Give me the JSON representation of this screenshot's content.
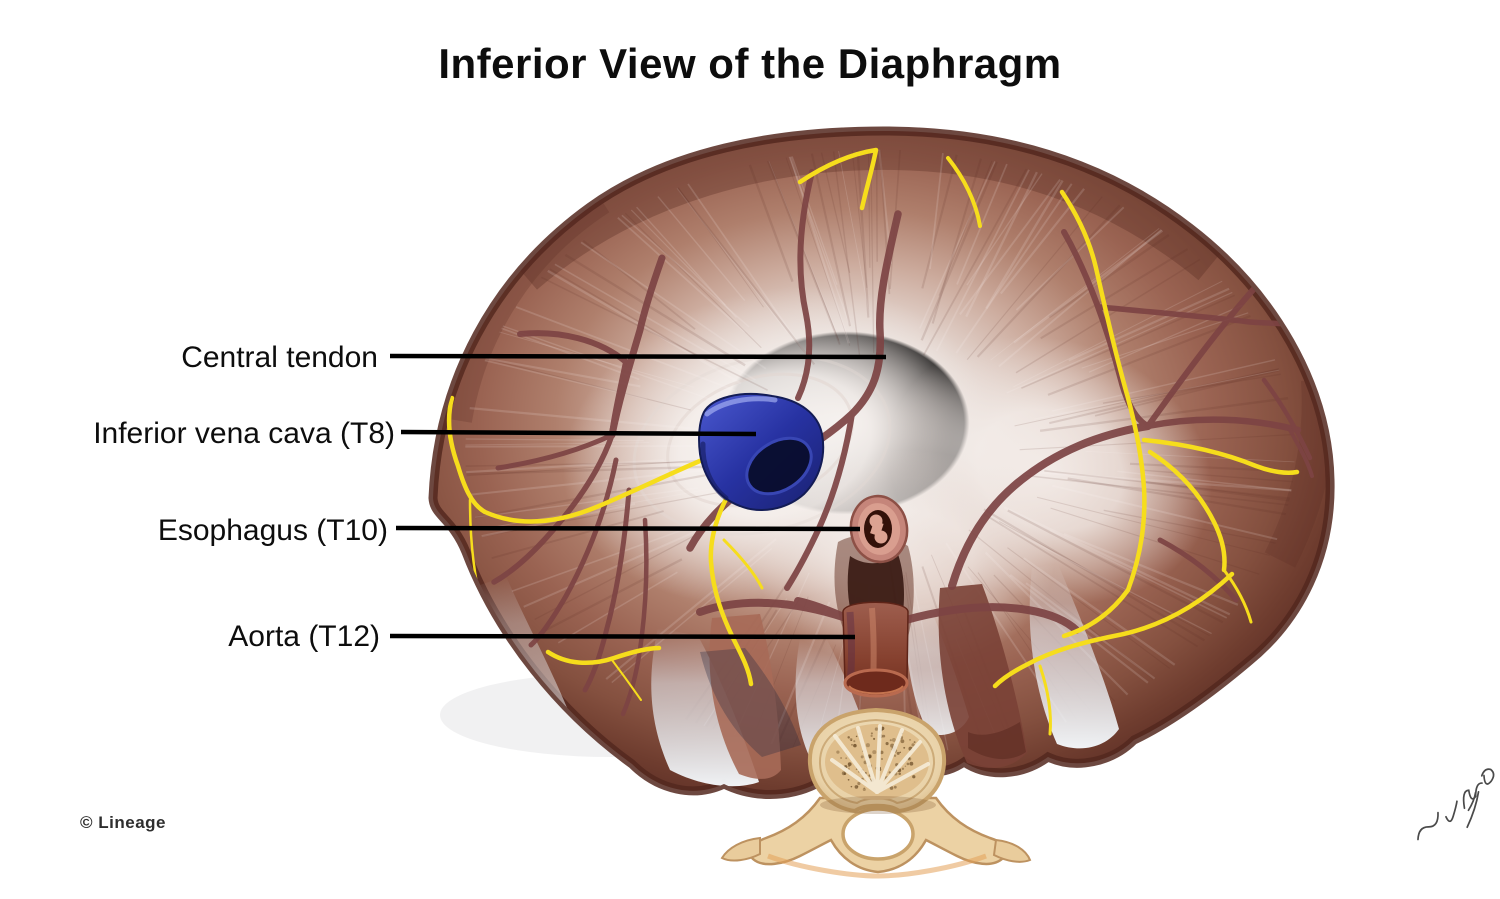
{
  "title": "Inferior View of the Diaphragm",
  "credit": "© Lineage",
  "labels": [
    {
      "id": "central-tendon",
      "text": "Central tendon"
    },
    {
      "id": "inferior-vena-cava",
      "text": "Inferior vena cava (T8)"
    },
    {
      "id": "esophagus",
      "text": "Esophagus (T10)"
    },
    {
      "id": "aorta",
      "text": "Aorta (T12)"
    }
  ],
  "icons": {
    "artist_signature": "handwritten-signature-scribble"
  },
  "colors": {
    "background": "#ffffff",
    "text": "#0d0d0d",
    "leader_line": "#000000",
    "muscle_dark_rim": "#5e2f26",
    "muscle_mid": "#9a6456",
    "central_tendon_white": "#f5f1ee",
    "vessel_maroon": "#7d4444",
    "nerve_yellow": "#f6dd1c",
    "ivc_blue": "#2a35a5",
    "esophagus_pink": "#c4837a",
    "aorta_red": "#8a4437",
    "bone_tan": "#e9d0a5",
    "fascia_blue_white": "#dde7ef"
  }
}
